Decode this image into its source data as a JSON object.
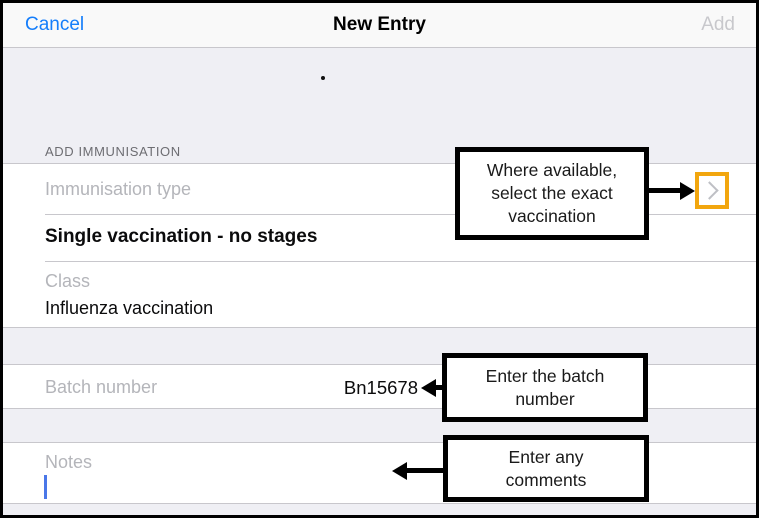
{
  "nav": {
    "cancel_label": "Cancel",
    "title": "New Entry",
    "add_label": "Add"
  },
  "section_header": "ADD IMMUNISATION",
  "form": {
    "immunisation_type_label": "Immunisation type",
    "selected_type": "Single vaccination - no stages",
    "class_label": "Class",
    "class_value": "Influenza vaccination",
    "batch_label": "Batch number",
    "batch_value": "Bn15678",
    "notes_label": "Notes",
    "notes_value": ""
  },
  "annotations": {
    "vaccination_callout": "Where available,\nselect the exact\nvaccination",
    "batch_callout": "Enter the batch\nnumber",
    "notes_callout": "Enter any\ncomments"
  },
  "icons": {
    "disclosure_chevron": "chevron-right"
  },
  "colors": {
    "link_blue": "#157EFB",
    "disabled_gray": "#C8C8CC",
    "highlight_orange": "#F2A60E",
    "annotation_black": "#000000",
    "caret_blue": "#4A77E8",
    "group_background": "#EFEFF4",
    "separator": "#C8C7CC"
  }
}
